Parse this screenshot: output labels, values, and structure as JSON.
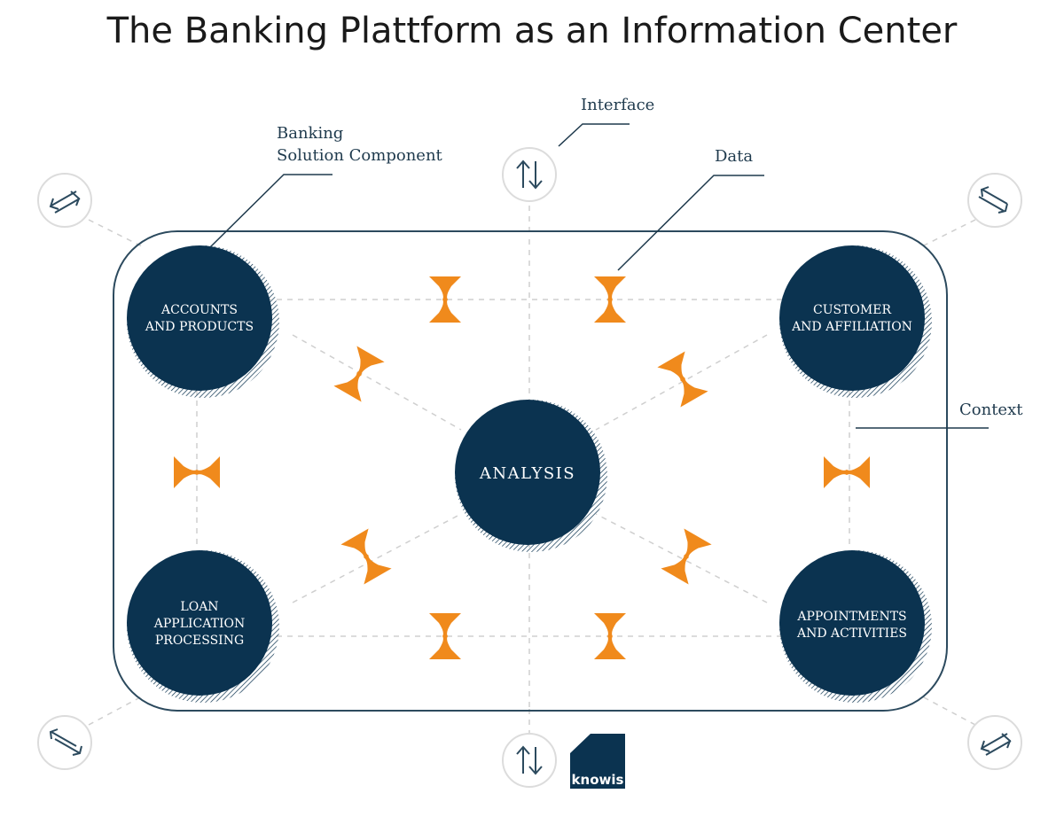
{
  "title": "The Banking Plattform as an Information Center",
  "annotations": {
    "banking_component_line1": "Banking",
    "banking_component_line2": "Solution Component",
    "interface": "Interface",
    "data": "Data",
    "context": "Context"
  },
  "nodes": {
    "top_left": [
      "ACCOUNTS",
      "AND PRODUCTS"
    ],
    "top_right": [
      "CUSTOMER",
      "AND AFFILIATION"
    ],
    "bottom_left": [
      "LOAN",
      "APPLICATION",
      "PROCESSING"
    ],
    "bottom_right": [
      "APPOINTMENTS",
      "AND ACTIVITIES"
    ],
    "center": "ANALYSIS"
  },
  "logo": "knowis",
  "colors": {
    "navy": "#0b3350",
    "orange": "#f08a1c",
    "frame": "#2c4a5e",
    "dashed": "#cfcfcf",
    "icon_ring": "#dcdcdc"
  },
  "icons": [
    "double-arrow-swap-icon",
    "up-down-arrows-icon",
    "bowtie-connector-icon"
  ]
}
